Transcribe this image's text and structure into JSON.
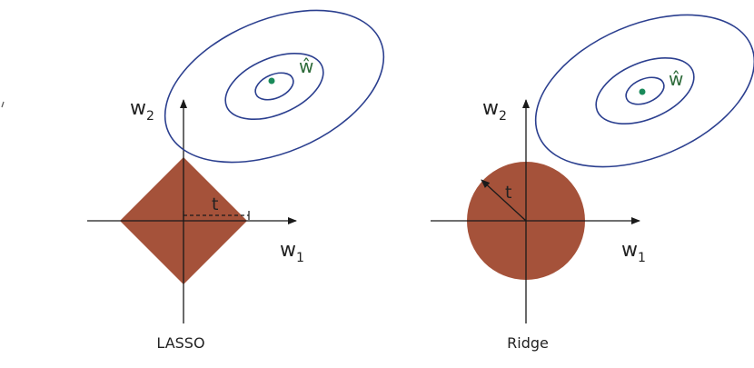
{
  "colors": {
    "constraint_fill": "#a5523a",
    "contour": "#2b3f8f",
    "estimate_dot": "#1a8a5a",
    "estimate_label": "#2e6b3a",
    "axis": "#1a1a1a"
  },
  "panels": [
    {
      "id": "lasso",
      "caption": "LASSO",
      "x_axis_label": "w",
      "x_axis_sub": "1",
      "y_axis_label": "w",
      "y_axis_sub": "2",
      "radius_label": "t",
      "estimate_label": "ŵ",
      "constraint_shape": "diamond"
    },
    {
      "id": "ridge",
      "caption": "Ridge",
      "x_axis_label": "w",
      "x_axis_sub": "1",
      "y_axis_label": "w",
      "y_axis_sub": "2",
      "radius_label": "t",
      "estimate_label": "ŵ",
      "constraint_shape": "circle"
    }
  ]
}
